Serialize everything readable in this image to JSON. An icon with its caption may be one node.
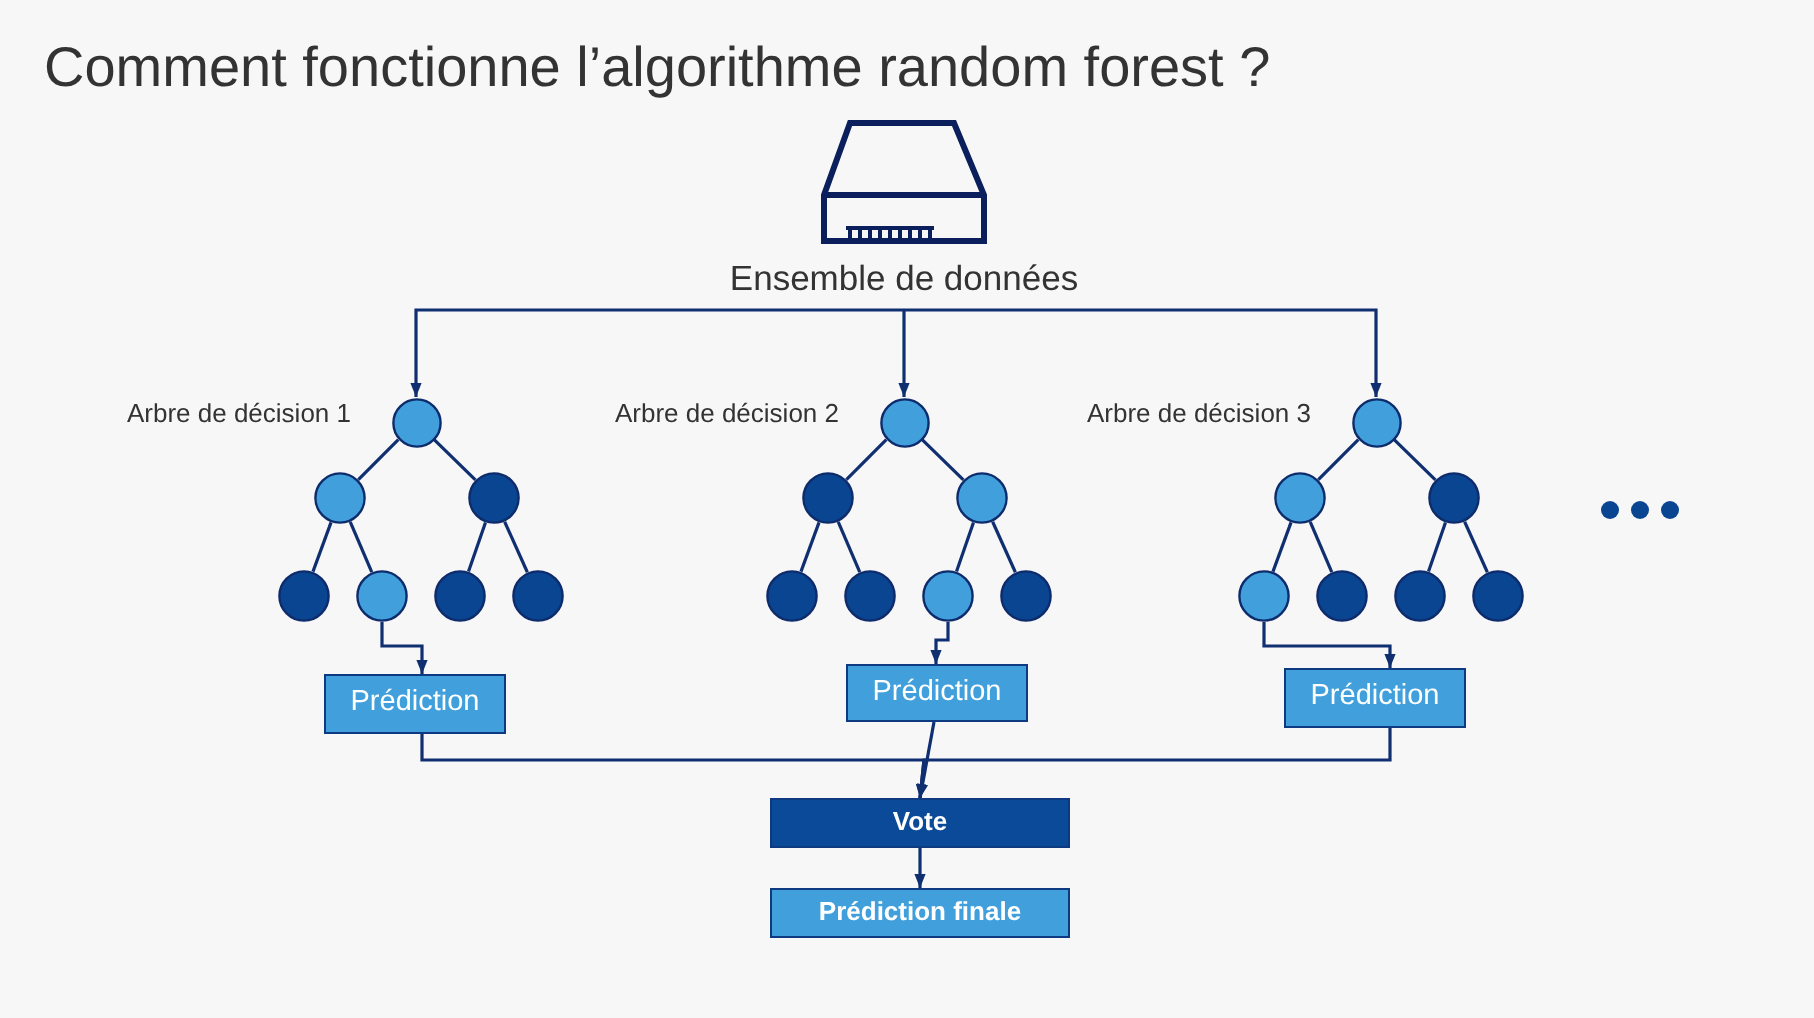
{
  "diagram": {
    "title": "Comment fonctionne l’algorithme random forest ?",
    "nodes": [
      {
        "text": [
          "Ensemble de données"
        ]
      },
      {
        "text": [],
        "shape": "circle",
        "beside": [
          "Arbre de décision 1"
        ]
      },
      {
        "text": [],
        "shape": "circle"
      },
      {
        "text": [],
        "shape": "circle"
      },
      {
        "text": [],
        "shape": "circle"
      },
      {
        "text": [],
        "shape": "circle"
      },
      {
        "text": [],
        "shape": "circle"
      },
      {
        "text": [],
        "shape": "circle"
      },
      {
        "text": [],
        "shape": "circle",
        "beside": [
          "Arbre de décision 2"
        ]
      },
      {
        "text": [],
        "shape": "circle"
      },
      {
        "text": [],
        "shape": "circle"
      },
      {
        "text": [],
        "shape": "circle"
      },
      {
        "text": [],
        "shape": "circle"
      },
      {
        "text": [],
        "shape": "circle"
      },
      {
        "text": [],
        "shape": "circle"
      },
      {
        "text": [],
        "shape": "circle",
        "beside": [
          "Arbre de décision 3"
        ]
      },
      {
        "text": [],
        "shape": "circle"
      },
      {
        "text": [],
        "shape": "circle"
      },
      {
        "text": [],
        "shape": "circle"
      },
      {
        "text": [],
        "shape": "circle"
      },
      {
        "text": [],
        "shape": "circle"
      },
      {
        "text": [],
        "shape": "circle"
      },
      {
        "text": [
          "Prédiction"
        ]
      },
      {
        "text": [
          "Prédiction"
        ]
      },
      {
        "text": [
          "Prédiction"
        ]
      },
      {
        "text": [
          "Vote"
        ]
      },
      {
        "text": [
          "Prédiction finale"
        ]
      }
    ],
    "edges": [
      {
        "from": 0,
        "to": 1,
        "arrow": "to"
      },
      {
        "from": 0,
        "to": 8,
        "arrow": "to"
      },
      {
        "from": 0,
        "to": 15,
        "arrow": "to"
      },
      {
        "from": 1,
        "to": 2,
        "arrow": "none"
      },
      {
        "from": 1,
        "to": 3,
        "arrow": "none"
      },
      {
        "from": 2,
        "to": 4,
        "arrow": "none"
      },
      {
        "from": 2,
        "to": 5,
        "arrow": "none"
      },
      {
        "from": 3,
        "to": 6,
        "arrow": "none"
      },
      {
        "from": 3,
        "to": 7,
        "arrow": "none"
      },
      {
        "from": 8,
        "to": 9,
        "arrow": "none"
      },
      {
        "from": 8,
        "to": 10,
        "arrow": "none"
      },
      {
        "from": 9,
        "to": 11,
        "arrow": "none"
      },
      {
        "from": 9,
        "to": 12,
        "arrow": "none"
      },
      {
        "from": 10,
        "to": 13,
        "arrow": "none"
      },
      {
        "from": 10,
        "to": 14,
        "arrow": "none"
      },
      {
        "from": 15,
        "to": 16,
        "arrow": "none"
      },
      {
        "from": 15,
        "to": 17,
        "arrow": "none"
      },
      {
        "from": 16,
        "to": 18,
        "arrow": "none"
      },
      {
        "from": 16,
        "to": 19,
        "arrow": "none"
      },
      {
        "from": 17,
        "to": 20,
        "arrow": "none"
      },
      {
        "from": 17,
        "to": 21,
        "arrow": "none"
      },
      {
        "from": 5,
        "to": 22,
        "arrow": "to"
      },
      {
        "from": 13,
        "to": 23,
        "arrow": "to"
      },
      {
        "from": 18,
        "to": 24,
        "arrow": "to"
      },
      {
        "from": 22,
        "to": 25,
        "arrow": "to"
      },
      {
        "from": 23,
        "to": 25,
        "arrow": "to"
      },
      {
        "from": 24,
        "to": 25,
        "arrow": "to"
      },
      {
        "from": 25,
        "to": 26,
        "arrow": "to"
      }
    ]
  }
}
